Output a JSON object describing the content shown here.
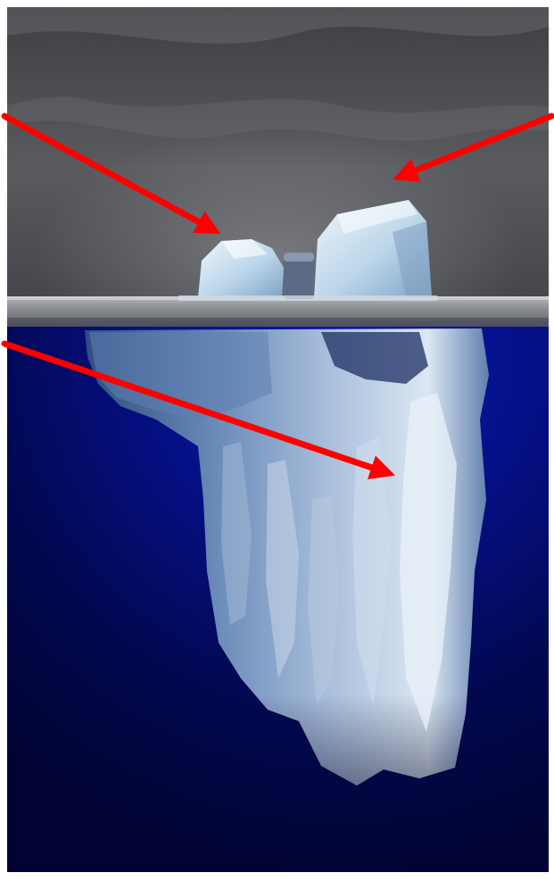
{
  "scene": {
    "subject": "iceberg-photo",
    "colors": {
      "sky": "#4a4a4d",
      "sky_light": "#6e6f73",
      "water_surface": "#8a8a8c",
      "deep_water": "#01063a",
      "mid_water": "#06128a",
      "ice_light": "#e3eef6",
      "ice_mid": "#9fc0da",
      "ice_shadow": "#3d5f8c",
      "arrow": "#ff0000",
      "frame": "#ffffff"
    },
    "arrows": [
      {
        "name": "arrow-left-peak"
      },
      {
        "name": "arrow-right-peak"
      },
      {
        "name": "arrow-underwater-mass"
      }
    ]
  }
}
